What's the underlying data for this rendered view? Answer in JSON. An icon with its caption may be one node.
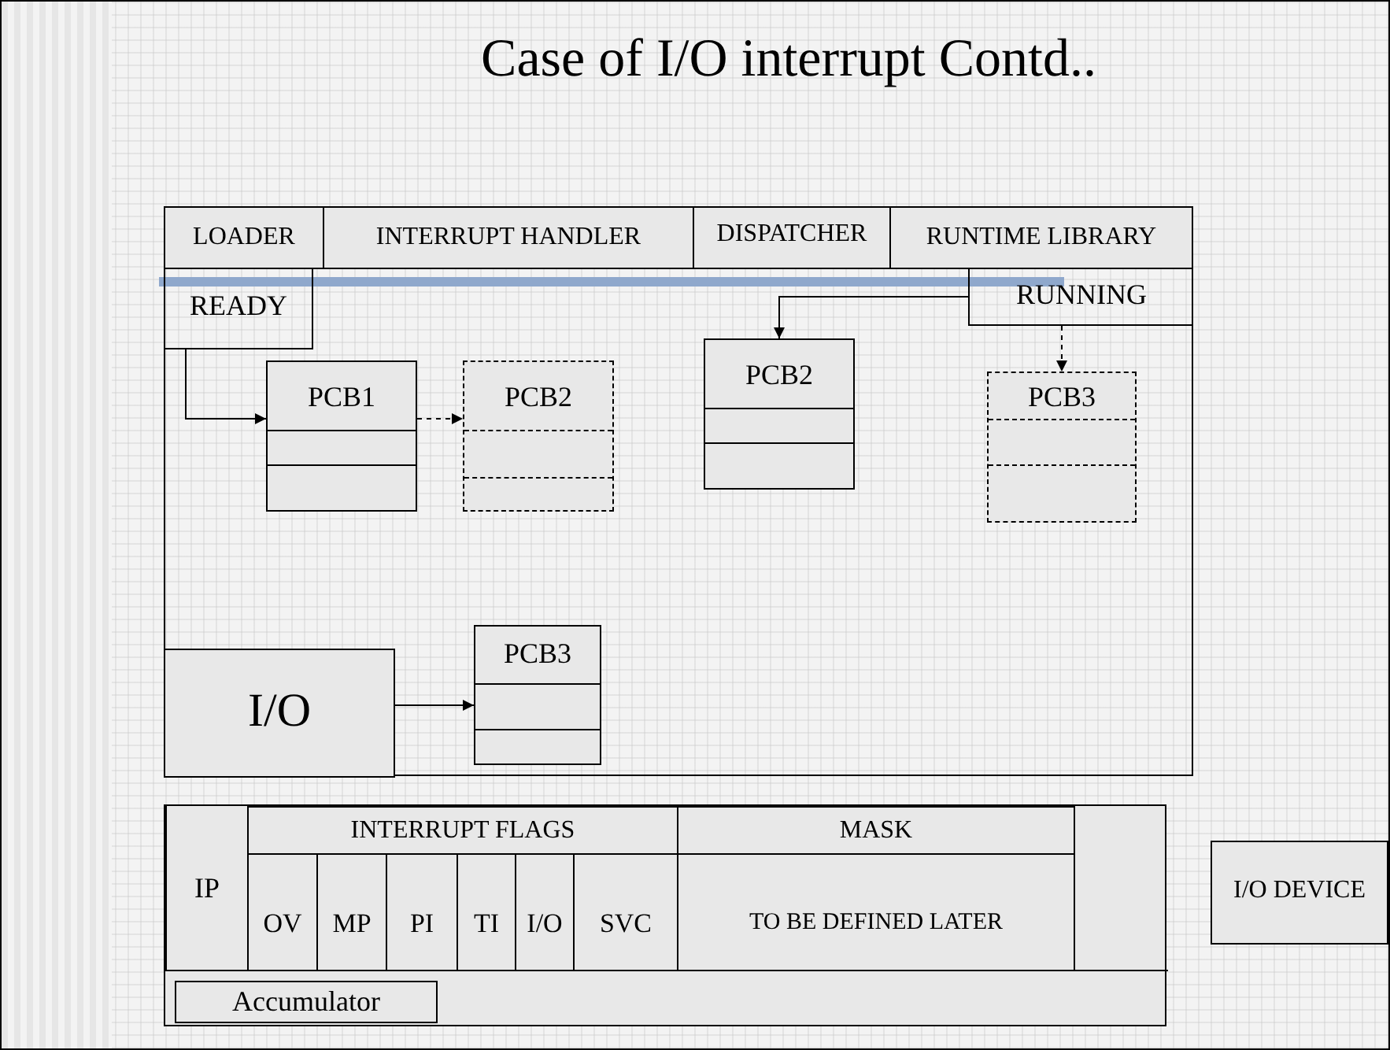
{
  "diagram": {
    "title": "Case of I/O interrupt Contd..",
    "nodes": [
      {
        "text": [
          "LOADER"
        ]
      },
      {
        "text": [
          "INTERRUPT HANDLER"
        ]
      },
      {
        "text": [
          "DISPATCHER"
        ]
      },
      {
        "text": [
          "RUNTIME LIBRARY"
        ]
      },
      {
        "text": [
          "READY"
        ]
      },
      {
        "text": [
          "RUNNING"
        ]
      },
      {
        "text": [
          "PCB1"
        ]
      },
      {
        "text": [
          "PCB2"
        ]
      },
      {
        "text": [
          "PCB2"
        ]
      },
      {
        "text": [
          "PCB3"
        ]
      },
      {
        "text": [
          "I/O"
        ]
      },
      {
        "text": [
          "PCB3"
        ]
      },
      {
        "text": [
          "Accumulator"
        ]
      },
      {
        "text": [
          "I/O DEVICE"
        ]
      }
    ],
    "edges": [
      {
        "from": 4,
        "to": 6,
        "arrow": "to"
      },
      {
        "from": 6,
        "to": 7,
        "arrow": "to",
        "style": "dashed"
      },
      {
        "from": 5,
        "to": 8,
        "arrow": "to"
      },
      {
        "from": 5,
        "to": 9,
        "arrow": "to",
        "style": "dashed"
      },
      {
        "from": 10,
        "to": 11,
        "arrow": "to"
      }
    ],
    "labels": [
      "IP",
      "INTERRUPT FLAGS",
      "MASK",
      "OV",
      "MP",
      "PI",
      "TI",
      "I/O",
      "SVC",
      "TO BE DEFINED LATER"
    ]
  }
}
